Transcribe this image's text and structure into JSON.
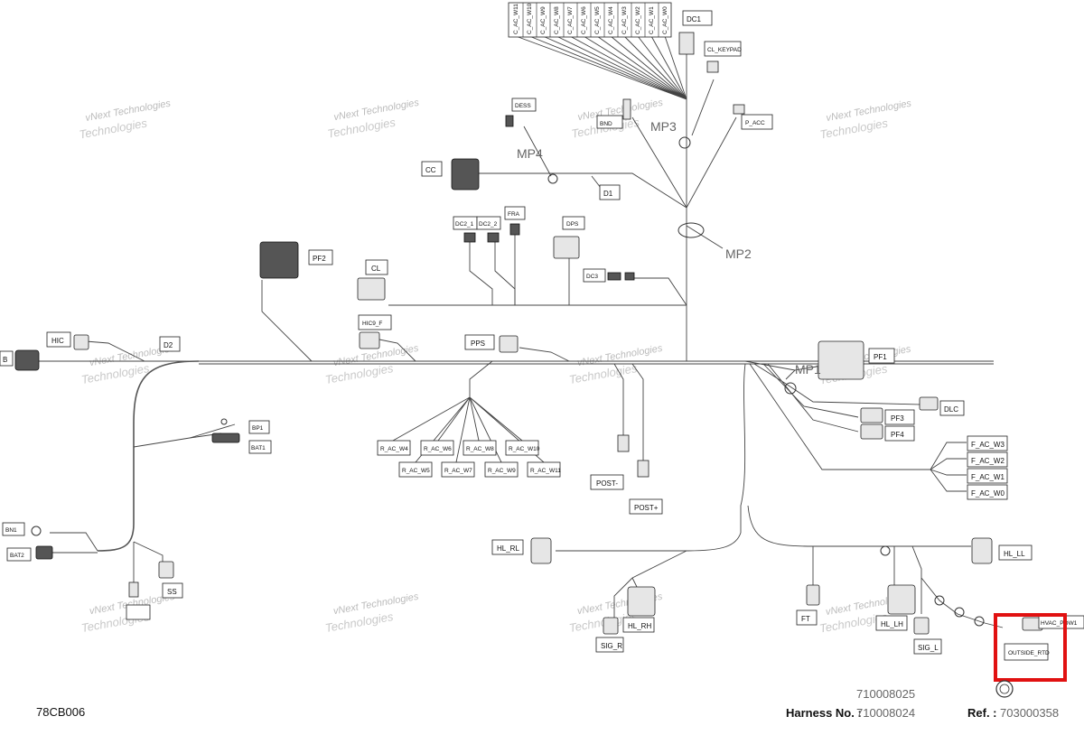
{
  "ac_top_labels": [
    "C_AC_W11",
    "C_AC_W10",
    "C_AC_W9",
    "C_AC_W8",
    "C_AC_W7",
    "C_AC_W6",
    "C_AC_W5",
    "C_AC_W4",
    "C_AC_W3",
    "C_AC_W2",
    "C_AC_W1",
    "C_AC_W0"
  ],
  "r_ac_labels": [
    "R_AC_W4",
    "R_AC_W5",
    "R_AC_W6",
    "R_AC_W7",
    "R_AC_W8",
    "R_AC_W9",
    "R_AC_W10",
    "R_AC_W11"
  ],
  "f_ac_labels": [
    "F_AC_W3",
    "F_AC_W2",
    "F_AC_W1",
    "F_AC_W0"
  ],
  "connectors": {
    "dc1": "DC1",
    "cl_keypad": "CL_KEYPAD",
    "p_acc": "P_ACC",
    "dess": "DESS",
    "bnd": "BND",
    "cc": "CC",
    "d1": "D1",
    "dc2_1": "DC2_1",
    "dc2_2": "DC2_2",
    "fra": "FRA",
    "dps": "DPS",
    "pf2": "PF2",
    "cl": "CL",
    "dc3": "DC3",
    "hic9_f": "HIC9_F",
    "hic": "HIC",
    "d2": "D2",
    "b": "B",
    "pps": "PPS",
    "pf1": "PF1",
    "dlc": "DLC",
    "pf3": "PF3",
    "pf4": "PF4",
    "bp1": "BP1",
    "bat1": "BAT1",
    "bn1": "BN1",
    "bat2": "BAT2",
    "ss": "SS",
    "post_minus": "POST-",
    "post_plus": "POST+",
    "hl_rl": "HL_RL",
    "hl_ll": "HL_LL",
    "hl_rh": "HL_RH",
    "sig_r": "SIG_R",
    "ft": "FT",
    "hl_lh": "HL_LH",
    "sig_l": "SIG_L",
    "outside_rtd": "OUTSIDE_RTD",
    "hvac_pow": "HVAC_POW1"
  },
  "mount_points": {
    "mp1": "MP1",
    "mp2": "MP2",
    "mp3": "MP3",
    "mp4": "MP4"
  },
  "watermark": {
    "line1": "vNext Technologies",
    "line2": "Technologies"
  },
  "footer": {
    "drawing_code": "78CB006",
    "harness_label": "Harness No. :",
    "harness_no_1": "710008025",
    "harness_no_2": "710008024",
    "ref_label": "Ref. :",
    "ref_no": "703000358"
  },
  "colors": {
    "highlight": "#e11111",
    "line": "#444444"
  }
}
